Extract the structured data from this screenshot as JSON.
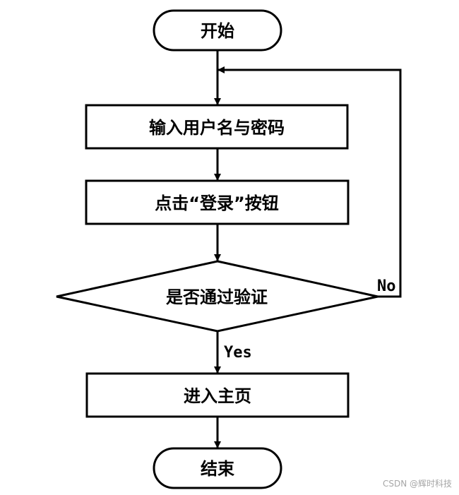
{
  "nodes": {
    "start": "开始",
    "input": "输入用户名与密码",
    "click": "点击“登录”按钮",
    "decision": "是否通过验证",
    "home": "进入主页",
    "end": "结束"
  },
  "edges": {
    "yes": "Yes",
    "no": "No"
  },
  "watermark": "CSDN @辉时科技"
}
